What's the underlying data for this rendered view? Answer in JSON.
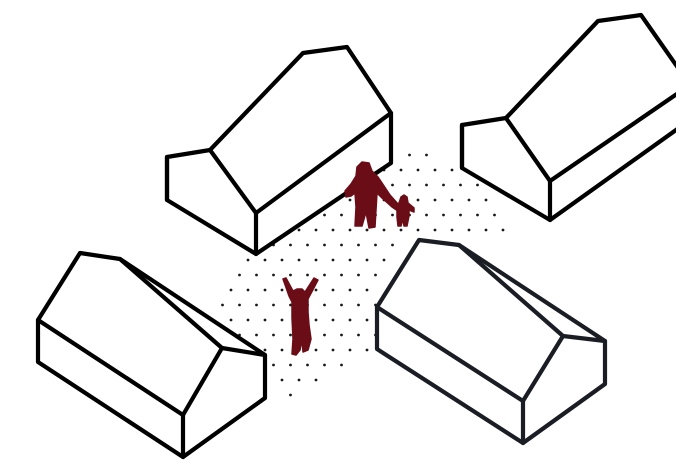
{
  "illustration": {
    "colors": {
      "background": "#ffffff",
      "house_outline": "#000000",
      "house_outline_alt": "#1a1d24",
      "figure": "#6b0d17",
      "plaza_dots": "#1a1a1a"
    },
    "houses": [
      {
        "id": "house-top-left",
        "icon": "house-outline-icon"
      },
      {
        "id": "house-top-right",
        "icon": "house-outline-icon"
      },
      {
        "id": "house-bottom-left",
        "icon": "house-outline-icon"
      },
      {
        "id": "house-bottom-right",
        "icon": "house-outline-icon"
      }
    ],
    "figures": [
      {
        "id": "adult-figure",
        "icon": "person-adult-icon"
      },
      {
        "id": "child-figure",
        "icon": "person-child-icon"
      },
      {
        "id": "cheering-figure",
        "icon": "person-arms-raised-icon"
      }
    ],
    "plaza": {
      "icon": "dotted-ground-pattern"
    }
  }
}
